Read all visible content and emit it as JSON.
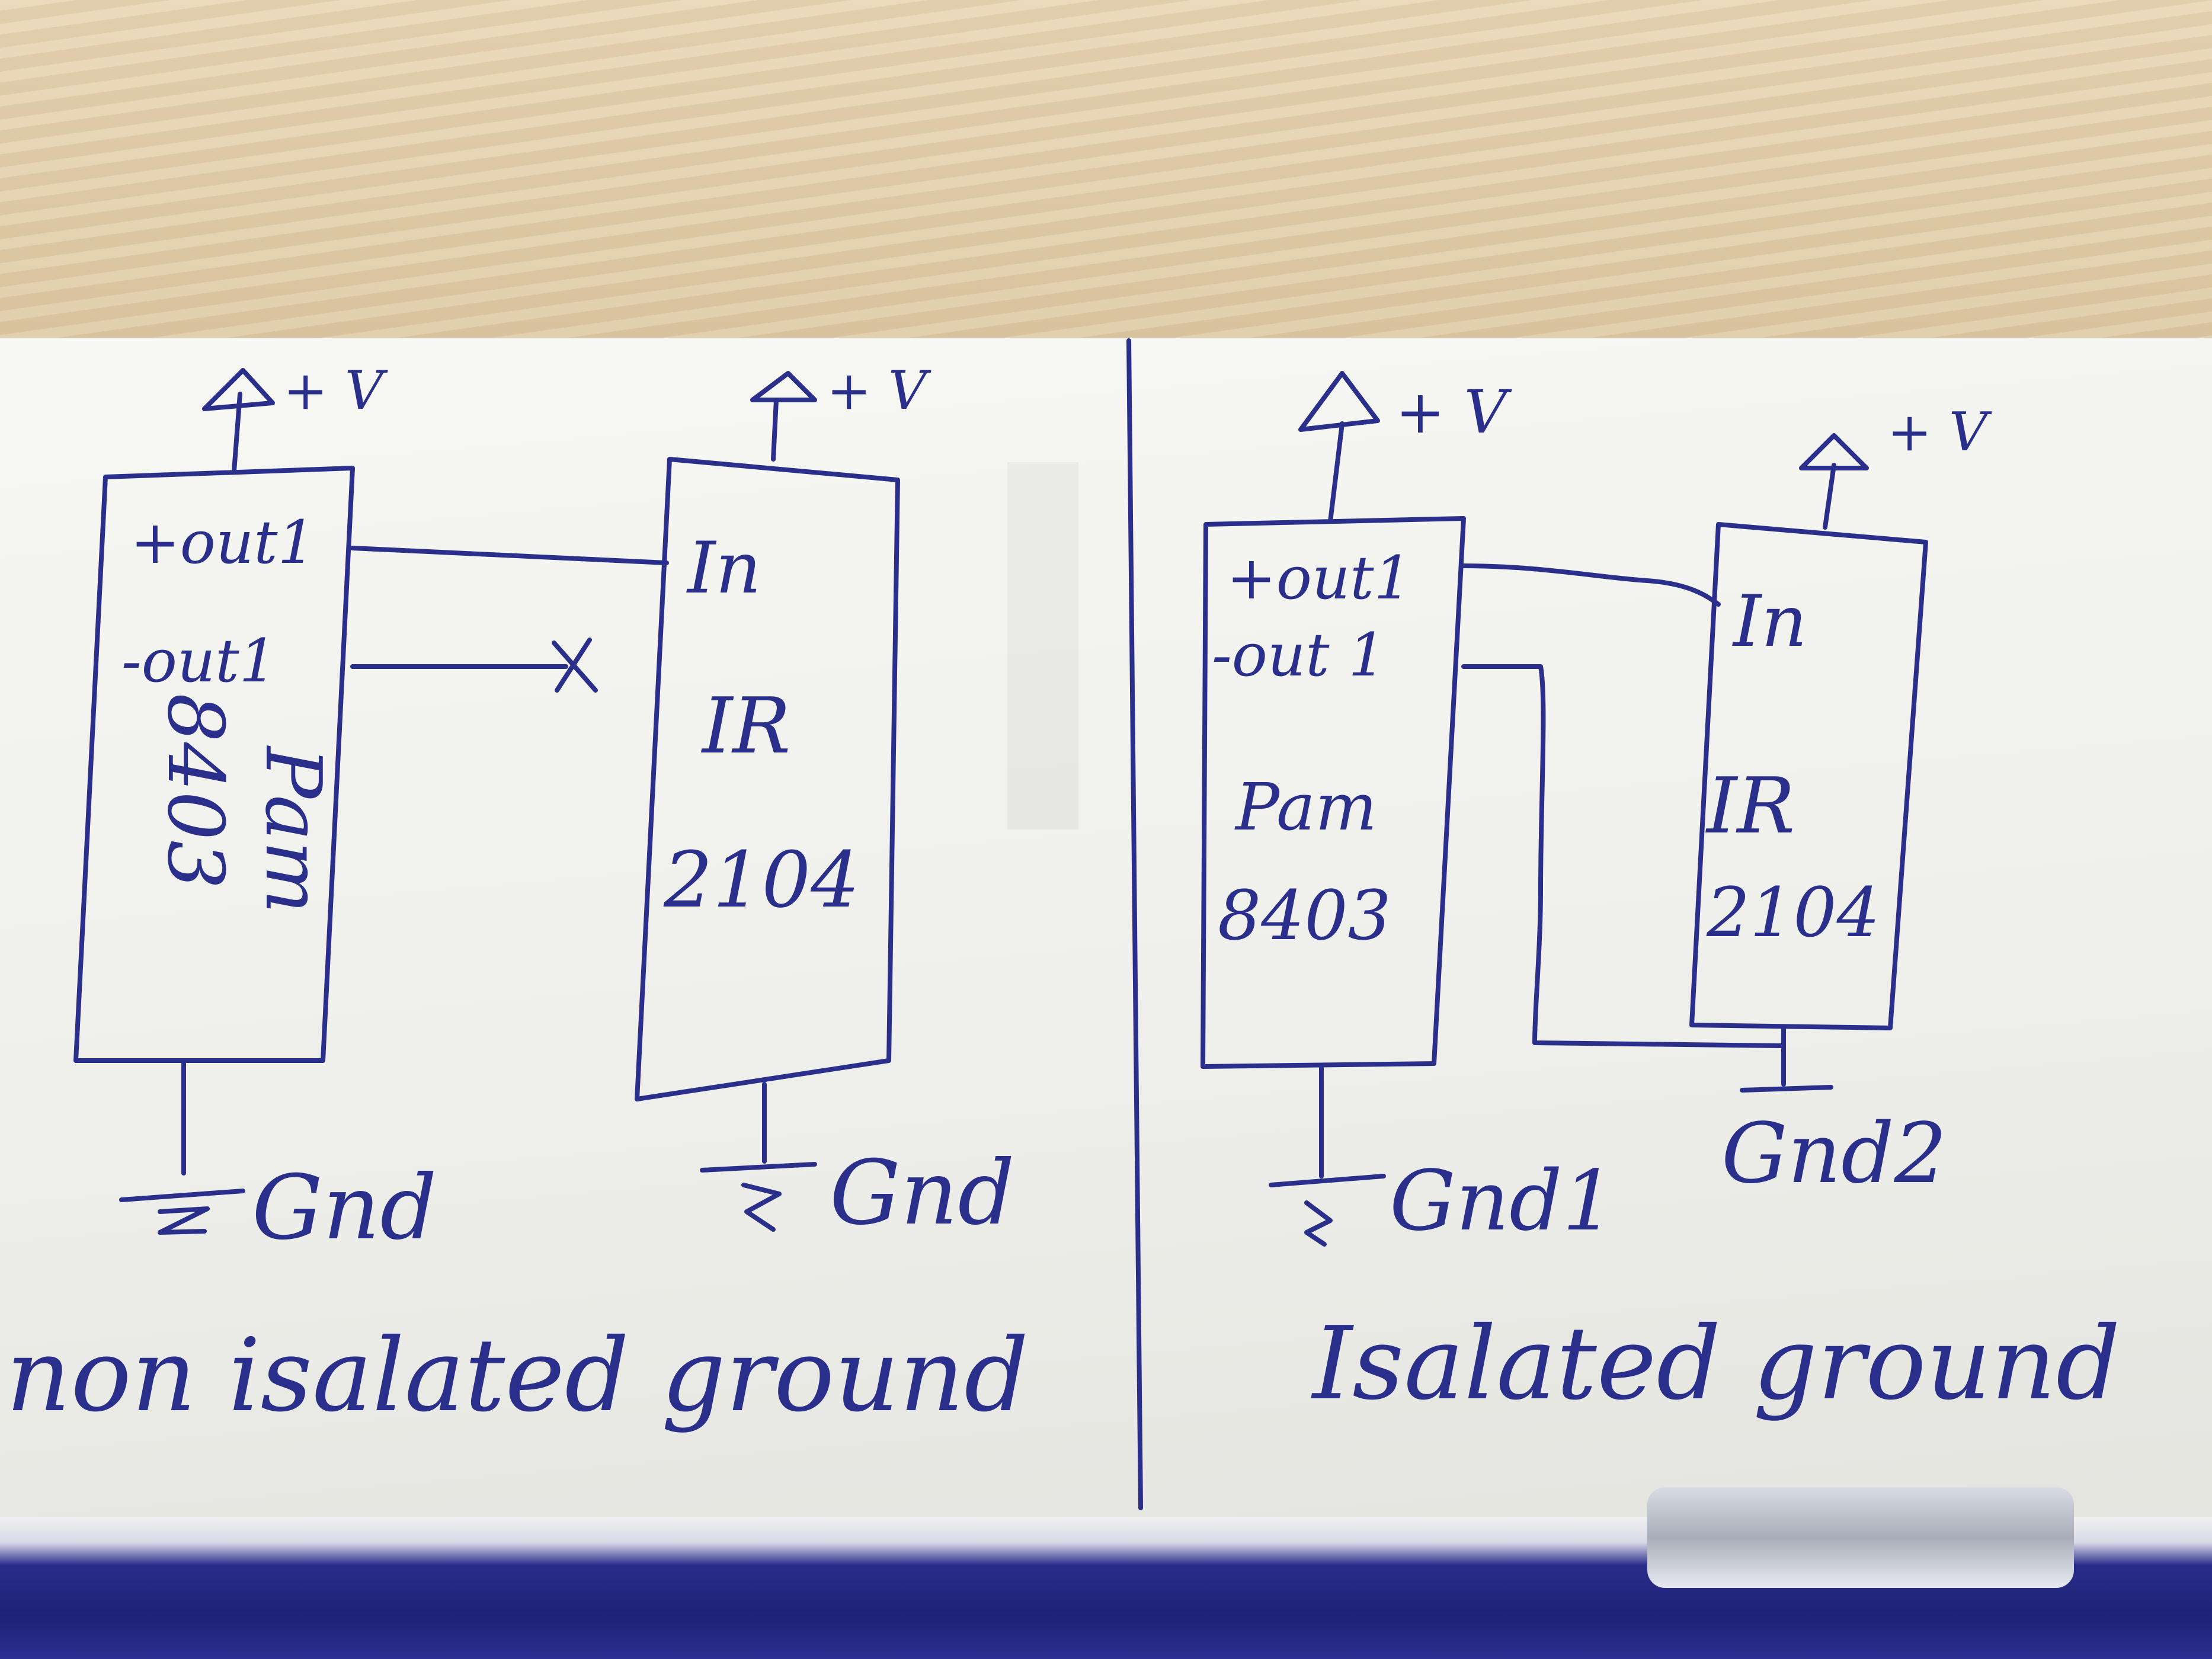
{
  "colors": {
    "ink": "#2b2f8c",
    "paper": "#f2f2ee",
    "folder": "#22257d"
  },
  "left_panel": {
    "pam": {
      "label_line1": "Pam",
      "label_line2": "8403",
      "pin_out_plus": "+out1",
      "pin_out_minus": "-out1"
    },
    "ir": {
      "pin_in": "In",
      "label_line1": "IR",
      "label_line2": "2104"
    },
    "supply": [
      "+ V",
      "+ V"
    ],
    "grounds": [
      "Gnd",
      "Gnd"
    ],
    "nc_mark": "x",
    "caption": "non isalated ground"
  },
  "right_panel": {
    "pam": {
      "label_line1": "Pam",
      "label_line2": "8403",
      "pin_out_plus": "+out1",
      "pin_out_minus": "-out 1"
    },
    "ir": {
      "pin_in": "In",
      "label_line1": "IR",
      "label_line2": "2104"
    },
    "supply": [
      "+ V",
      "+ V"
    ],
    "grounds": [
      "Gnd1",
      "Gnd2"
    ],
    "caption": "Isalated ground"
  }
}
